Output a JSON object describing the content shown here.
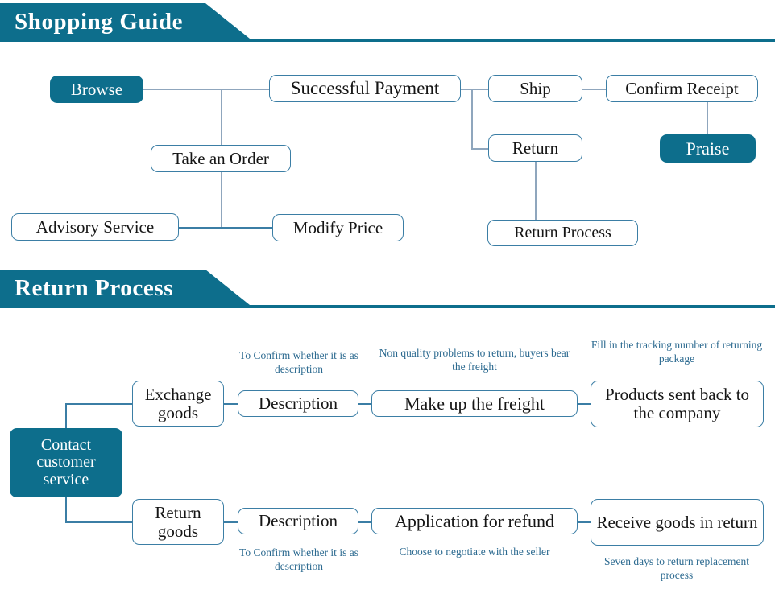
{
  "sections": [
    {
      "id": "shopping-guide",
      "title": "Shopping Guide",
      "nodes": {
        "browse": "Browse",
        "successful_payment": "Successful Payment",
        "ship": "Ship",
        "confirm_receipt": "Confirm Receipt",
        "praise": "Praise",
        "return": "Return",
        "return_process": "Return Process",
        "take_an_order": "Take an Order",
        "advisory_service": "Advisory Service",
        "modify_price": "Modify Price"
      }
    },
    {
      "id": "return-process",
      "title": "Return Process",
      "nodes": {
        "contact_customer_service": "Contact customer service",
        "exchange_goods": "Exchange goods",
        "description_top": "Description",
        "make_up_the_freight": "Make up the freight",
        "products_sent_back": "Products sent back to the company",
        "return_goods": "Return goods",
        "description_bottom": "Description",
        "application_for_refund": "Application for refund",
        "receive_goods_in_return": "Receive goods in return"
      },
      "notes": {
        "confirm_description_top": "To Confirm whether it is as description",
        "non_quality_freight": "Non quality problems to return, buyers bear the freight",
        "fill_tracking_number": "Fill in the tracking number of returning package",
        "confirm_description_bottom": "To Confirm whether it is as description",
        "negotiate_with_seller": "Choose to negotiate with the seller",
        "seven_days_return": "Seven days to return replacement process"
      }
    }
  ],
  "colors": {
    "accent_teal": "#0d6e8c",
    "node_border": "#3b7ea5",
    "connector": "#8fa6bd",
    "note_text": "#2c6a90"
  }
}
